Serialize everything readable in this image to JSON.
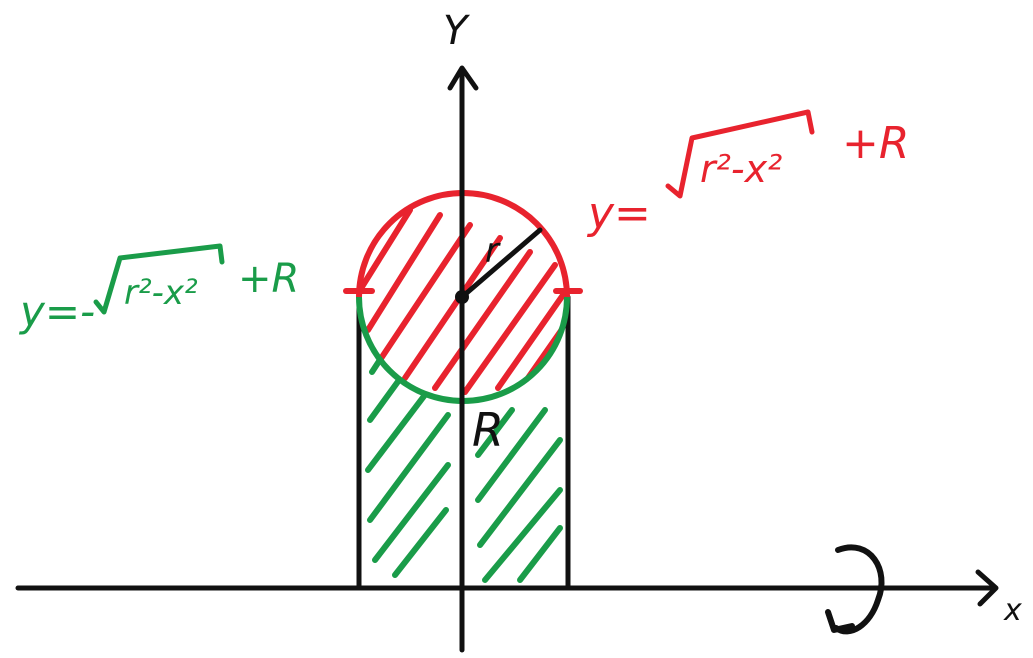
{
  "colors": {
    "ink": "#111111",
    "red": "#e8232e",
    "green": "#1a9c49",
    "background": "#ffffff"
  },
  "labels": {
    "y_axis": "Y",
    "x_axis": "x",
    "radius_small": "r",
    "radius_big": "R",
    "upper_curve_prefix": "y=",
    "upper_curve_radicand": "r²-x²",
    "upper_curve_suffix": "+R",
    "lower_curve_prefix": "y=-",
    "lower_curve_radicand": "r²-x²",
    "lower_curve_suffix": "+R"
  },
  "icons": {
    "rotation": "rotation-arrow-icon"
  }
}
